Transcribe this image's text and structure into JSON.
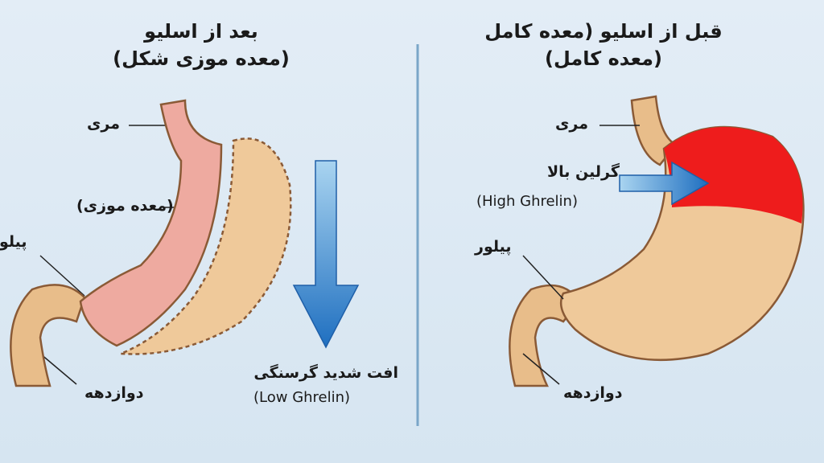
{
  "before": {
    "title_line1": "قبل از اسلیو (معده کامل",
    "title_line2": "(معده کامل)",
    "esophagus": "مری",
    "ghrelin_fa": "گرلین بالا",
    "ghrelin_en": "(High Ghrelin)",
    "pylorus": "پیلور",
    "duodenum": "دوازدهه"
  },
  "after": {
    "title_line1": "بعد از اسلیو",
    "title_line2": "(معده موزی شکل)",
    "esophagus": "مری",
    "sleeve": "(معده موزی)",
    "pylorus": "پیلور",
    "duodenum": "دوازدهه",
    "hunger_fa": "افت شدید گرسنگی",
    "hunger_en": "(Low Ghrelin)"
  },
  "colors": {
    "background": "#dde9f3",
    "stomach": "#efc99a",
    "fundus_red": "#ee1c1c",
    "sleeve_pink": "#eeaaa0",
    "arrow_blue": "#2f7fc8",
    "divider": "#7aa6c8"
  }
}
